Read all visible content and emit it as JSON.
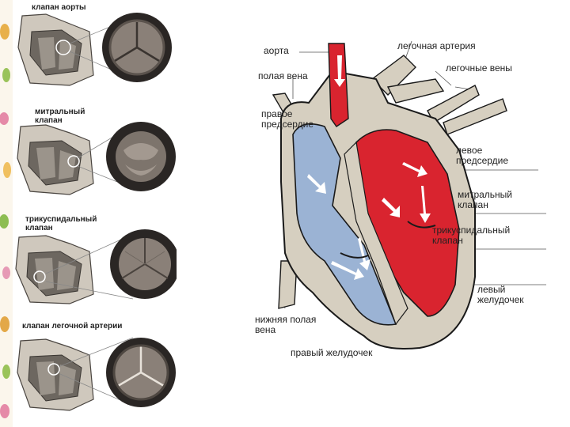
{
  "valves": [
    {
      "caption": "клапан аорты"
    },
    {
      "caption": "митральный клапан"
    },
    {
      "caption": "трикуспидальный клапан"
    },
    {
      "caption": "клапан легочной артерии"
    }
  ],
  "labels": {
    "aorta": "аорта",
    "vena_cava": "полая вена",
    "right_atrium": "правое предсердие",
    "inferior_vena_cava": "нижняя полая вена",
    "right_ventricle": "правый желудочек",
    "pulmonary_artery": "легочная артерия",
    "pulmonary_veins": "легочные вены",
    "left_atrium": "левое предсердие",
    "mitral_valve": "митральный клапан",
    "tricuspid_valve": "трикуспидальный клапан",
    "left_ventricle": "левый желудочек"
  },
  "colors": {
    "oxygenated": "#d9242f",
    "deoxygenated": "#9bb3d4",
    "tissue": "#d6cfc0",
    "outline": "#1a1a1a",
    "valve_dark": "#3f3a36"
  }
}
